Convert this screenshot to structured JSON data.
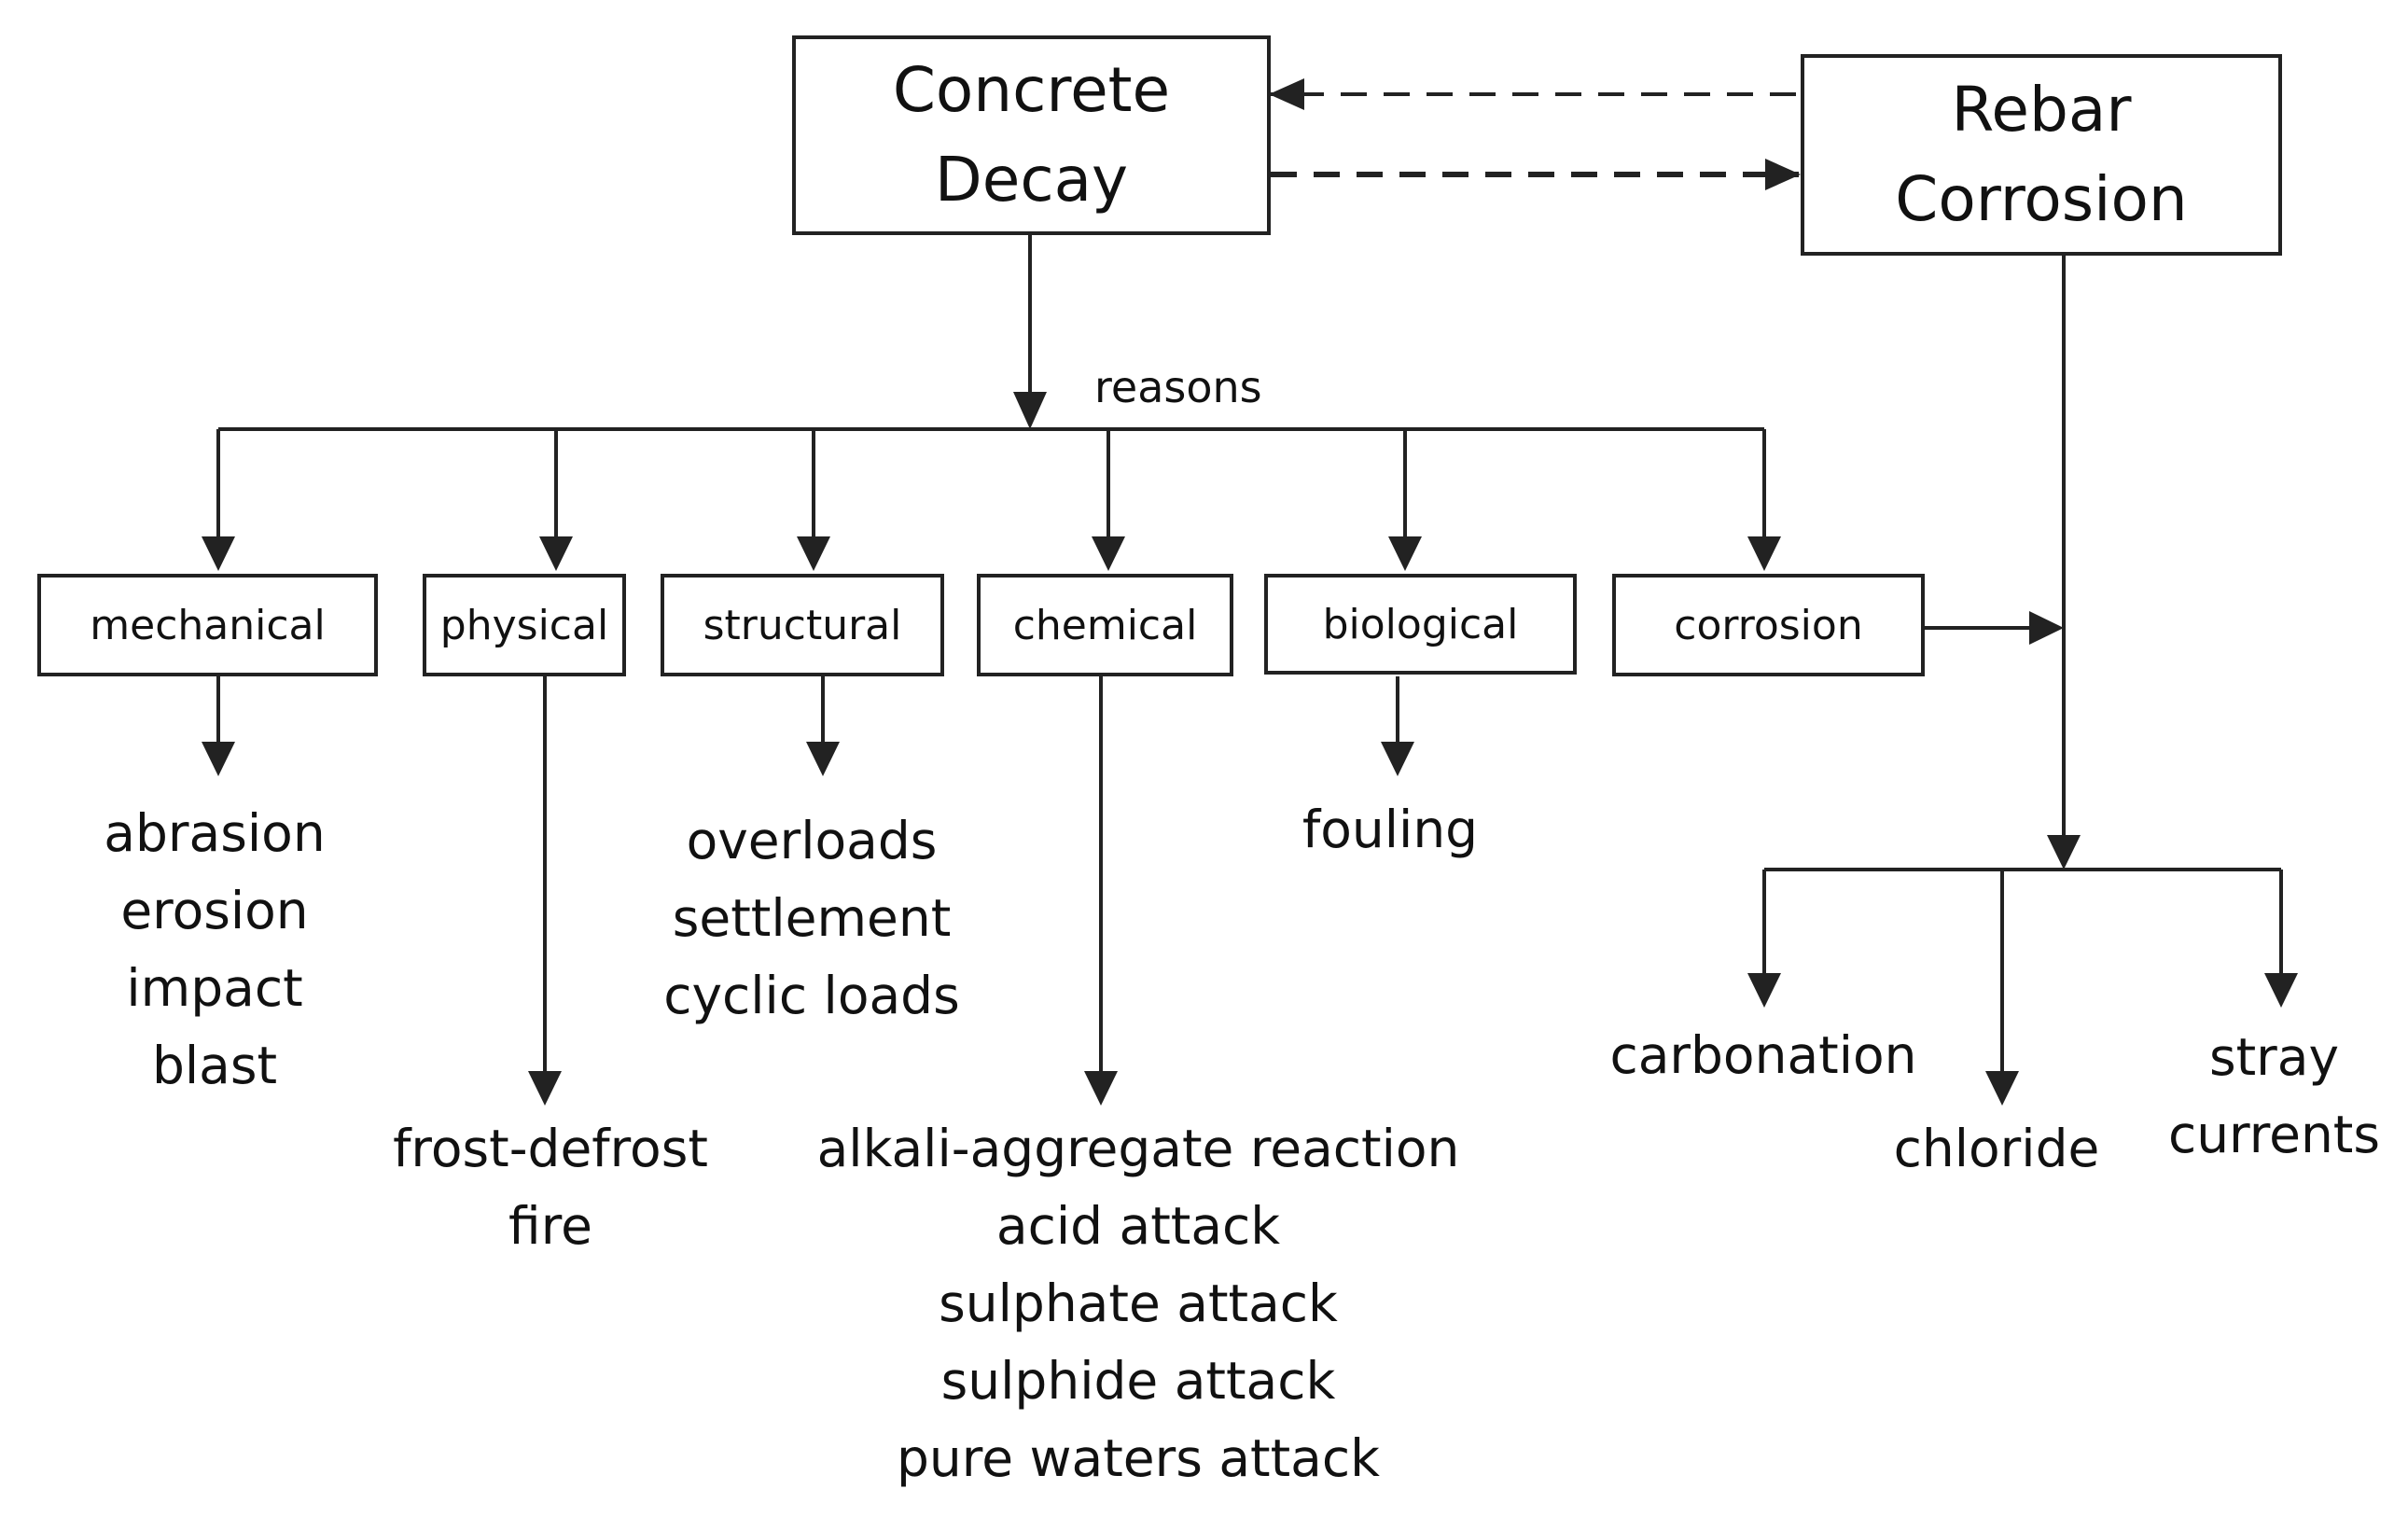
{
  "top": {
    "concrete_decay": [
      "Concrete",
      "Decay"
    ],
    "rebar_corrosion": [
      "Rebar",
      "Corrosion"
    ],
    "reasons_label": "reasons"
  },
  "categories": {
    "mechanical": "mechanical",
    "physical": "physical",
    "structural": "structural",
    "chemical": "chemical",
    "biological": "biological",
    "corrosion": "corrosion"
  },
  "effects": {
    "mechanical": [
      "abrasion",
      "erosion",
      "impact",
      "blast"
    ],
    "physical": [
      "frost-defrost",
      "fire"
    ],
    "structural": [
      "overloads",
      "settlement",
      "cyclic loads"
    ],
    "chemical": [
      "alkali-aggregate reaction",
      "acid attack",
      "sulphate attack",
      "sulphide attack",
      "pure waters attack"
    ],
    "biological": [
      "fouling"
    ]
  },
  "rebar_causes": {
    "carbonation": "carbonation",
    "chloride": "chloride",
    "stray_currents": [
      "stray",
      "currents"
    ]
  },
  "colors": {
    "line": "#222222",
    "background": "#ffffff"
  }
}
